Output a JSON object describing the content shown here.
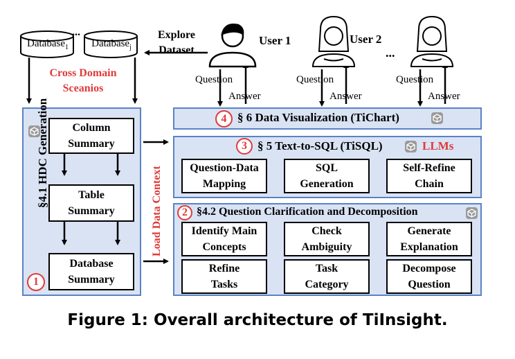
{
  "databases": {
    "db1_label": "Database",
    "db1_sub": "1",
    "dots": "...",
    "dbj_label": "Database",
    "dbj_sub": "j"
  },
  "cross_domain": {
    "line1": "Cross Domain",
    "line2": "Sceanios"
  },
  "explore": {
    "line1": "Explore",
    "line2": "Dataset"
  },
  "users": {
    "user1": "User 1",
    "user2": "User 2",
    "dots": "...",
    "question": "Question",
    "answer": "Answer"
  },
  "hdc": {
    "number": "1",
    "title": "§4.1 HDC Generation",
    "column_summary": "Column\nSummary",
    "table_summary": "Table\nSummary",
    "database_summary": "Database\nSummary"
  },
  "load_context": "Load Data Context",
  "viz": {
    "number": "4",
    "title": "§ 6 Data Visualization (TiChart)"
  },
  "tisql": {
    "number": "3",
    "title": "§ 5 Text-to-SQL (TiSQL)",
    "llms": "LLMs",
    "boxes": [
      "Question-Data\nMapping",
      "SQL\nGeneration",
      "Self-Refine\nChain"
    ]
  },
  "qcd": {
    "number": "2",
    "title": "§4.2 Question Clarification and Decomposition",
    "boxes": [
      "Identify Main\nConcepts",
      "Check\nAmbiguity",
      "Generate\nExplanation",
      "Refine\nTasks",
      "Task\nCategory",
      "Decompose\nQuestion"
    ]
  },
  "caption": "Figure 1: Overall architecture of TiInsight.",
  "colors": {
    "panel_fill": "#d9e3f4",
    "panel_border": "#5b82c6",
    "accent_red": "#e03a3a"
  },
  "icons": [
    "database-icon",
    "user-icon",
    "cube-icon"
  ]
}
